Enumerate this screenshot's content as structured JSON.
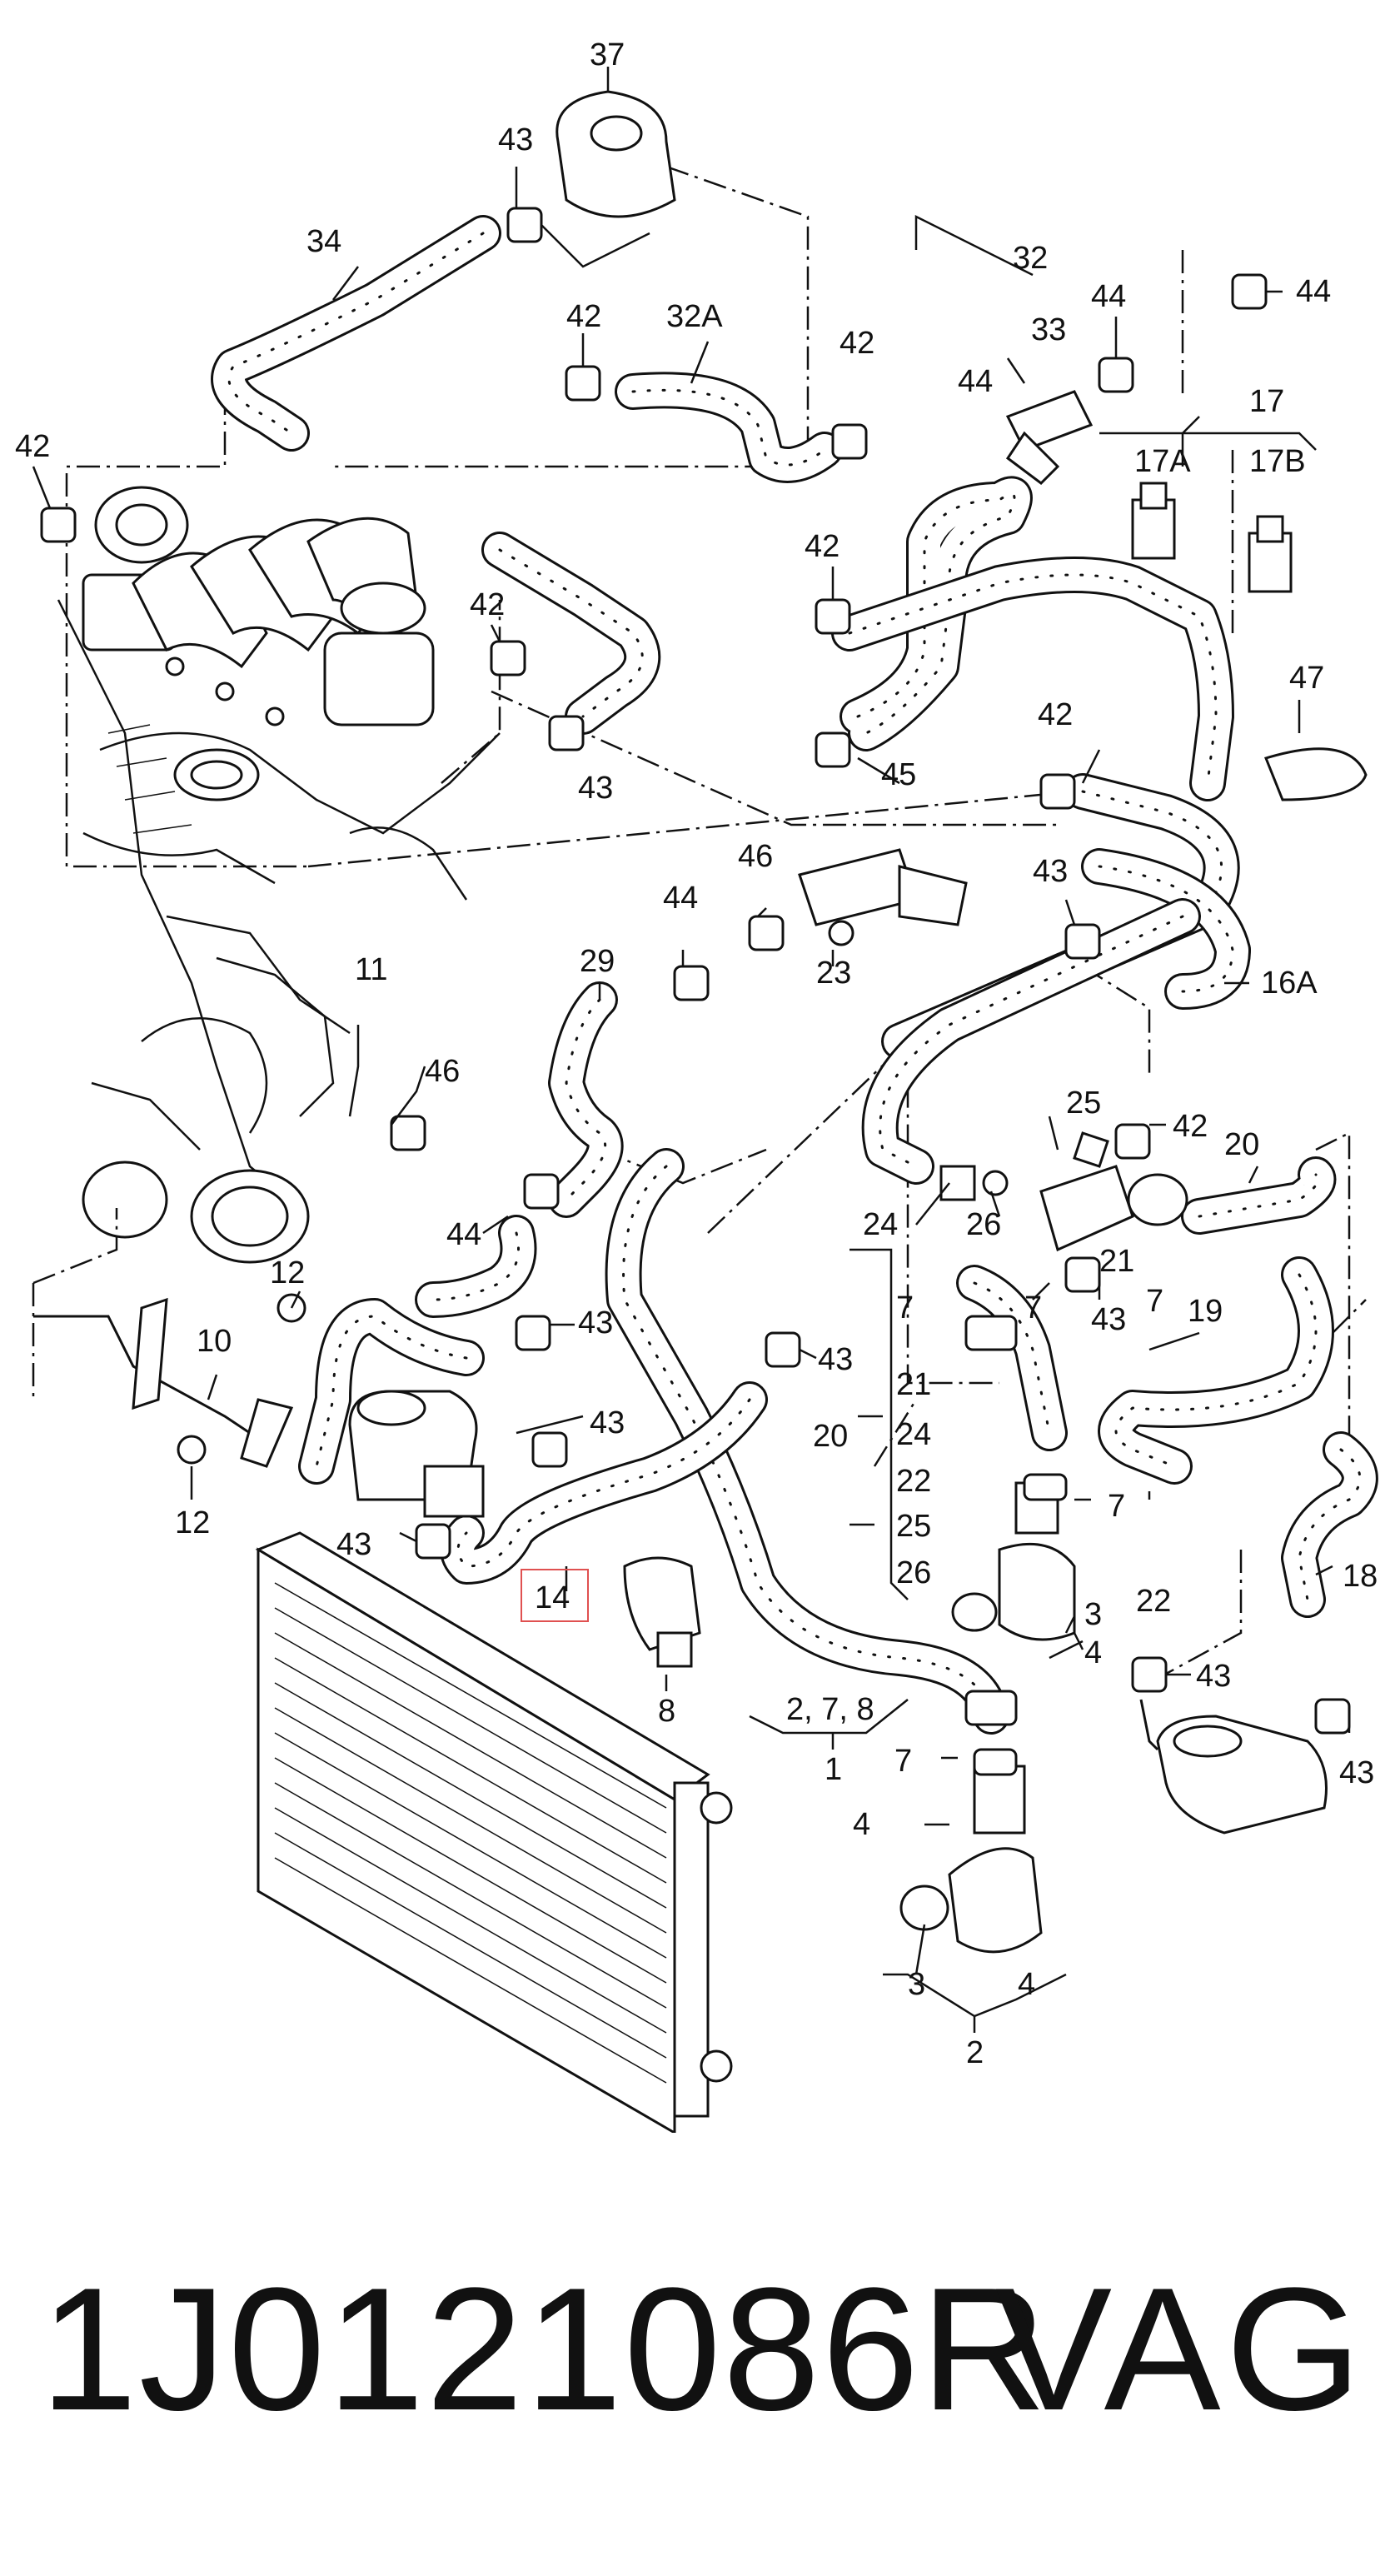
{
  "diagram": {
    "labels": [
      "37",
      "43",
      "34",
      "42",
      "32A",
      "32",
      "44",
      "33",
      "44",
      "17",
      "17A",
      "17B",
      "42",
      "42",
      "44",
      "42",
      "42",
      "43",
      "47",
      "42",
      "45",
      "46",
      "43",
      "44",
      "23",
      "29",
      "11",
      "16A",
      "46",
      "25",
      "42",
      "20",
      "24",
      "26",
      "21",
      "44",
      "12",
      "43",
      "7",
      "7",
      "43",
      "43",
      "7",
      "19",
      "10",
      "43",
      "21",
      "20",
      "24",
      "22",
      "25",
      "26",
      "12",
      "43",
      "14",
      "7",
      "3",
      "22",
      "4",
      "43",
      "2, 7, 8",
      "1",
      "43",
      "7",
      "8",
      "4",
      "3",
      "4",
      "2",
      "18"
    ],
    "highlight_label": "14",
    "highlight_color": "#e05050"
  },
  "footer": {
    "part_number": "1J0121086R",
    "brand": "VAG"
  }
}
